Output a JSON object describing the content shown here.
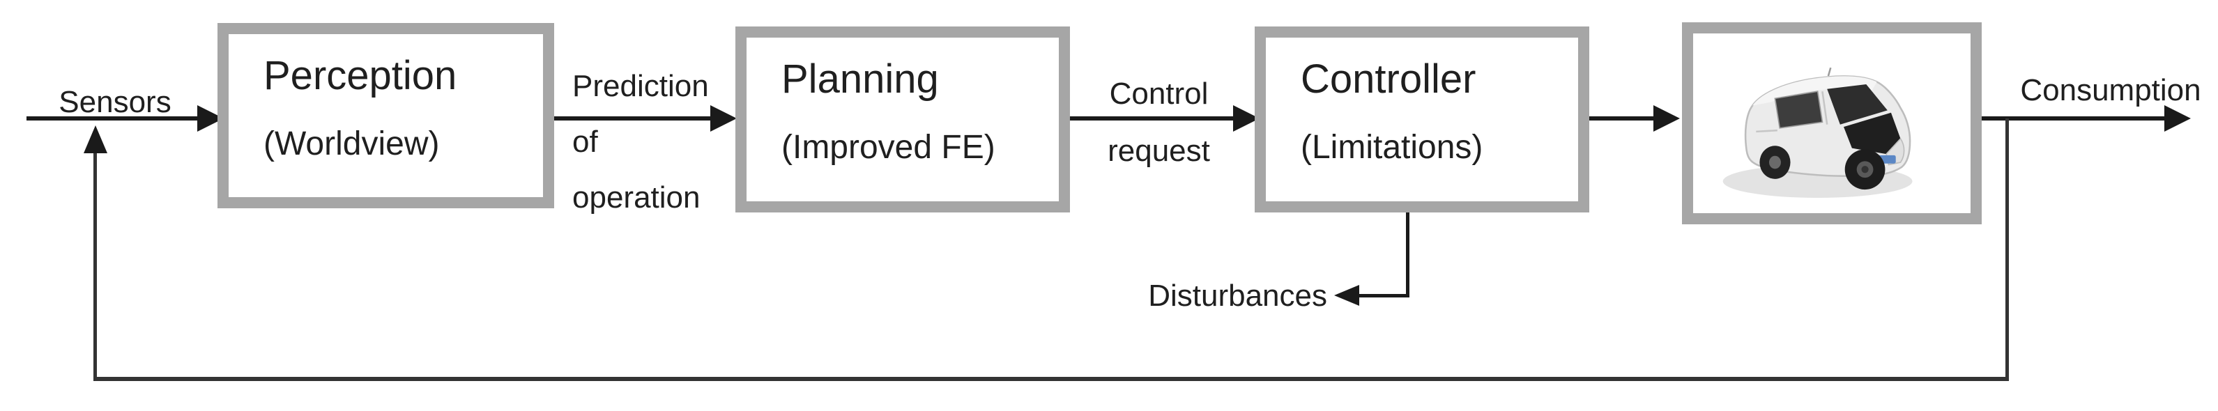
{
  "colors": {
    "background": "#ffffff",
    "box_border": "#a6a6a6",
    "box_fill": "#ffffff",
    "line": "#1a1a1a",
    "text": "#1f1f1f"
  },
  "blocks": [
    {
      "id": "perception",
      "title": "Perception",
      "subtitle": "(Worldview)"
    },
    {
      "id": "planning",
      "title": "Planning",
      "subtitle": "(Improved FE)"
    },
    {
      "id": "controller",
      "title": "Controller",
      "subtitle": "(Limitations)"
    },
    {
      "id": "vehicle",
      "icon": "van-image"
    }
  ],
  "labels": {
    "sensors": "Sensors",
    "prediction": {
      "lines": [
        "Prediction",
        "of",
        "operation"
      ]
    },
    "control": {
      "lines": [
        "Control",
        "request"
      ]
    },
    "disturbances": "Disturbances",
    "consumption": "Consumption"
  },
  "connections": [
    {
      "from": "feedback-loop",
      "to": "perception",
      "label": "Sensors"
    },
    {
      "from": "perception",
      "to": "planning",
      "label": "Prediction of operation"
    },
    {
      "from": "planning",
      "to": "controller",
      "label": "Control request"
    },
    {
      "from": "controller",
      "to": "vehicle",
      "label": ""
    },
    {
      "from": "vehicle",
      "to": "output",
      "label": "Consumption"
    },
    {
      "from": "controller",
      "to": "disturbances-sink",
      "label": "Disturbances"
    },
    {
      "from": "output-junction",
      "to": "sensors-line",
      "type": "feedback-loop"
    }
  ]
}
